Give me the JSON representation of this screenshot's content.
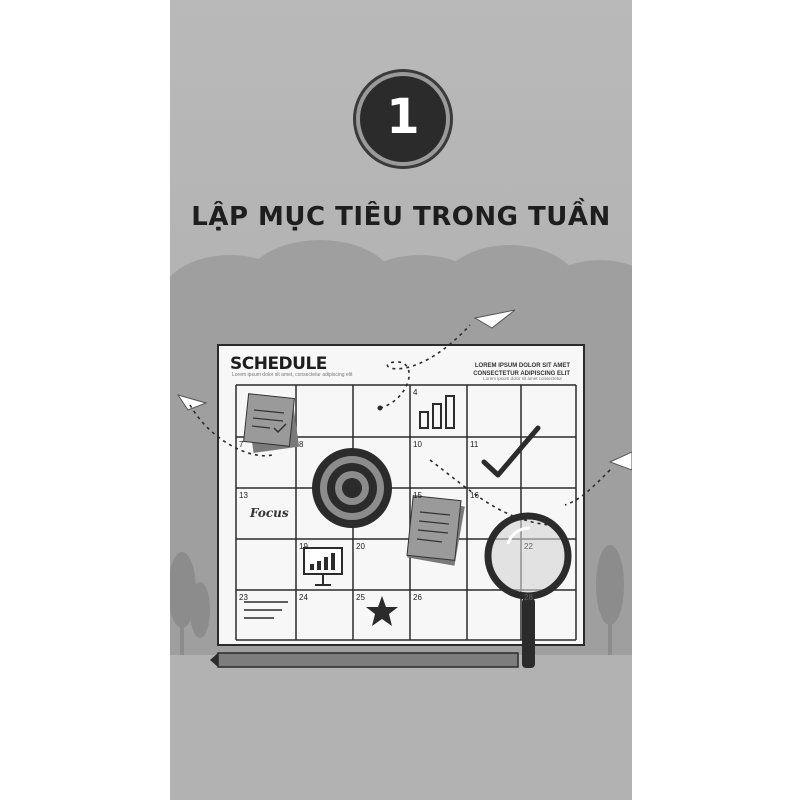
{
  "chapter": {
    "number": "1",
    "title": "LẬP MỤC TIÊU TRONG TUẦN"
  },
  "schedule": {
    "title": "SCHEDULE",
    "subtitle": "Lorem ipsum dolor sit amet, consectetur adipiscing elit",
    "header_right_line1": "LOREM IPSUM DOLOR SIT AMET",
    "header_right_line2": "CONSECTETUR ADIPISCING ELIT",
    "header_right_small": "Lorem ipsum dolor sit amet consectetur",
    "cell_labels": [
      "4",
      "7",
      "8",
      "10",
      "11",
      "13",
      "15",
      "16",
      "19",
      "20",
      "22",
      "23",
      "24",
      "25",
      "26",
      "28"
    ],
    "focus_label": "Focus"
  },
  "icons": [
    "paper-plane-icon",
    "sticky-note-icon",
    "bar-chart-icon",
    "target-icon",
    "checkmark-icon",
    "magnifying-glass-icon",
    "presentation-board-icon",
    "star-icon",
    "pencil-icon",
    "tree-icon"
  ]
}
